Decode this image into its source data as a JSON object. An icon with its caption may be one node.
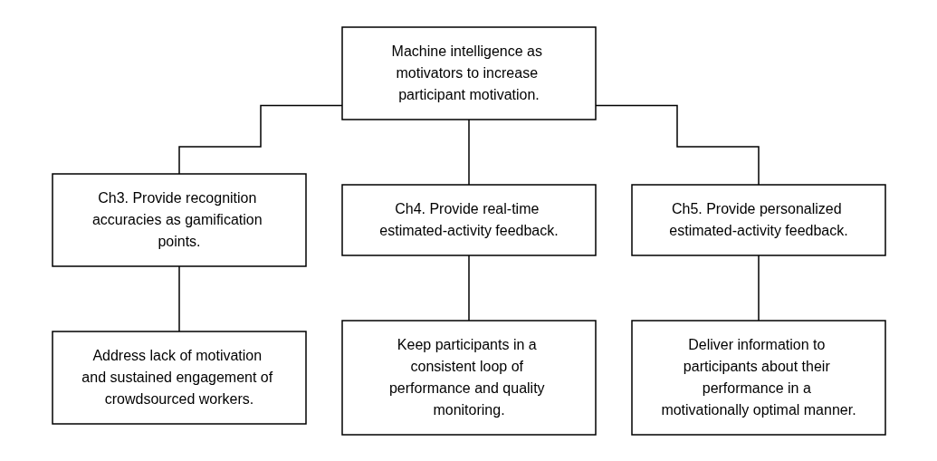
{
  "diagram": {
    "nodes": [
      {
        "text": [
          "Machine intelligence as motivators to increase participant motivation."
        ]
      },
      {
        "text": [
          "Ch3. Provide recognition accuracies as gamification points."
        ]
      },
      {
        "text": [
          "Ch4. Provide real-time estimated-activity feedback."
        ]
      },
      {
        "text": [
          "Ch5. Provide personalized estimated-activity feedback."
        ]
      },
      {
        "text": [
          "Address lack of motivation and sustained engagement of crowdsourced workers."
        ]
      },
      {
        "text": [
          "Keep participants in a consistent loop of performance and quality monitoring."
        ]
      },
      {
        "text": [
          "Deliver information to participants about their performance in a motivationally optimal manner."
        ]
      }
    ],
    "edges": [
      {
        "from": 0,
        "to": 1,
        "arrow": "none"
      },
      {
        "from": 0,
        "to": 2,
        "arrow": "none"
      },
      {
        "from": 0,
        "to": 3,
        "arrow": "none"
      },
      {
        "from": 1,
        "to": 4,
        "arrow": "none"
      },
      {
        "from": 2,
        "to": 5,
        "arrow": "none"
      },
      {
        "from": 3,
        "to": 6,
        "arrow": "none"
      }
    ]
  }
}
